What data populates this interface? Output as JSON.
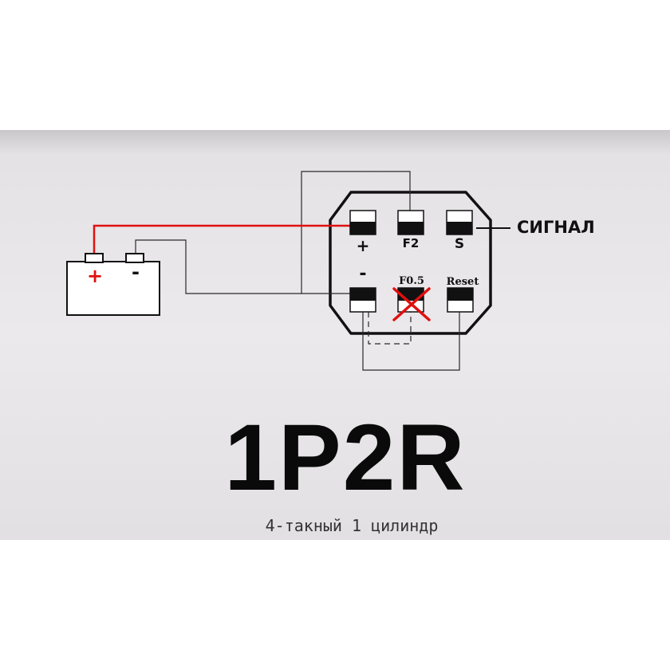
{
  "diagram": {
    "pins_top": {
      "plus_label": "+",
      "f2_label": "F2",
      "s_label": "S"
    },
    "pins_bottom": {
      "minus_label": "-",
      "f05_label": "F0.5",
      "reset_label": "Reset"
    },
    "signal_label": "СИГНАЛ",
    "battery": {
      "plus_label": "+",
      "minus_label": "-"
    }
  },
  "title": "1P2R",
  "subtitle": "4-такный 1 цилиндр",
  "colors": {
    "wire_positive": "#e01010",
    "wire_normal": "#222222",
    "cross": "#e01010"
  }
}
